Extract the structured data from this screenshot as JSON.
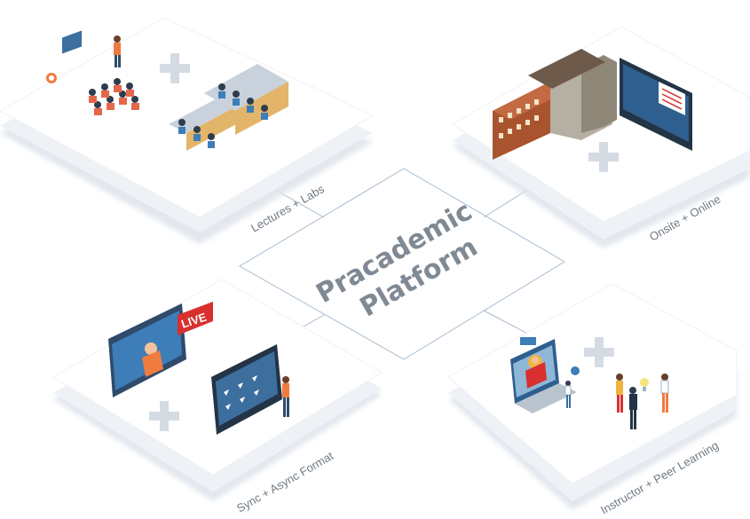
{
  "center": {
    "line1": "Pracademic",
    "line2": "Platform"
  },
  "tiles": {
    "lectures": {
      "label": "Lectures + Labs"
    },
    "onsite": {
      "label": "Onsite + Online"
    },
    "sync": {
      "label": "Sync + Async Format",
      "live_badge": "LIVE"
    },
    "instructor": {
      "label": "Instructor + Peer Learning"
    }
  },
  "colors": {
    "tile_top": "#ffffff",
    "tile_shadow": "#e6ebf1",
    "connector": "#9fb3c8",
    "plus": "#d5dbe2",
    "live_red": "#d8302f",
    "screen_blue": "#3d7db8",
    "accent_orange": "#f07b3f",
    "brick": "#a9532f"
  }
}
